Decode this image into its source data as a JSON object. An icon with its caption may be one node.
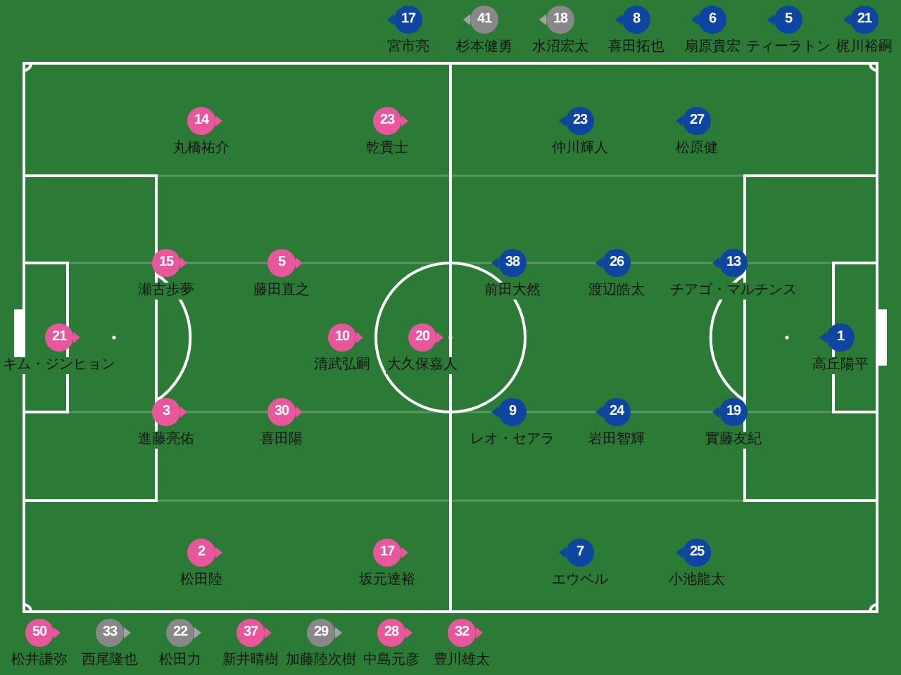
{
  "diagram": {
    "nodes": [
      {
        "text": [
          "17"
        ],
        "beside": [
          "宮市亮"
        ]
      },
      {
        "text": [
          "41"
        ],
        "beside": [
          "杉本健勇"
        ]
      },
      {
        "text": [
          "18"
        ],
        "beside": [
          "水沼宏太"
        ]
      },
      {
        "text": [
          "8"
        ],
        "beside": [
          "喜田拓也"
        ]
      },
      {
        "text": [
          "6"
        ],
        "beside": [
          "扇原貴宏"
        ]
      },
      {
        "text": [
          "5"
        ],
        "beside": [
          "ティーラトン"
        ]
      },
      {
        "text": [
          "21"
        ],
        "beside": [
          "梶川裕嗣"
        ]
      },
      {
        "text": [
          "14"
        ],
        "beside": [
          "丸橋祐介"
        ]
      },
      {
        "text": [
          "23"
        ],
        "beside": [
          "乾貴士"
        ]
      },
      {
        "text": [
          "23"
        ],
        "beside": [
          "仲川輝人"
        ]
      },
      {
        "text": [
          "27"
        ],
        "beside": [
          "松原健"
        ]
      },
      {
        "text": [
          "15"
        ],
        "beside": [
          "瀬古歩夢"
        ]
      },
      {
        "text": [
          "5"
        ],
        "beside": [
          "藤田直之"
        ]
      },
      {
        "text": [
          "38"
        ],
        "beside": [
          "前田大然"
        ]
      },
      {
        "text": [
          "26"
        ],
        "beside": [
          "渡辺皓太"
        ]
      },
      {
        "text": [
          "13"
        ],
        "beside": [
          "チアゴ・マルチンス"
        ]
      },
      {
        "text": [
          "21"
        ],
        "beside": [
          "キム・ジンヒョン"
        ]
      },
      {
        "text": [
          "10"
        ],
        "beside": [
          "清武弘嗣"
        ]
      },
      {
        "text": [
          "20"
        ],
        "beside": [
          "大久保嘉人"
        ]
      },
      {
        "text": [
          "1"
        ],
        "beside": [
          "高丘陽平"
        ]
      },
      {
        "text": [
          "3"
        ],
        "beside": [
          "進藤亮佑"
        ]
      },
      {
        "text": [
          "30"
        ],
        "beside": [
          "喜田陽"
        ]
      },
      {
        "text": [
          "9"
        ],
        "beside": [
          "レオ・セアラ"
        ]
      },
      {
        "text": [
          "24"
        ],
        "beside": [
          "岩田智輝"
        ]
      },
      {
        "text": [
          "19"
        ],
        "beside": [
          "實藤友紀"
        ]
      },
      {
        "text": [
          "2"
        ],
        "beside": [
          "松田陸"
        ]
      },
      {
        "text": [
          "17"
        ],
        "beside": [
          "坂元達裕"
        ]
      },
      {
        "text": [
          "7"
        ],
        "beside": [
          "エウベル"
        ]
      },
      {
        "text": [
          "25"
        ],
        "beside": [
          "小池龍太"
        ]
      },
      {
        "text": [
          "50"
        ],
        "beside": [
          "松井謙弥"
        ]
      },
      {
        "text": [
          "33"
        ],
        "beside": [
          "西尾隆也"
        ]
      },
      {
        "text": [
          "22"
        ],
        "beside": [
          "松田力"
        ]
      },
      {
        "text": [
          "37"
        ],
        "beside": [
          "新井晴樹"
        ]
      },
      {
        "text": [
          "29"
        ],
        "beside": [
          "加藤陸次樹"
        ]
      },
      {
        "text": [
          "28"
        ],
        "beside": [
          "中島元彦"
        ]
      },
      {
        "text": [
          "32"
        ],
        "beside": [
          "豊川雄太"
        ]
      }
    ]
  }
}
